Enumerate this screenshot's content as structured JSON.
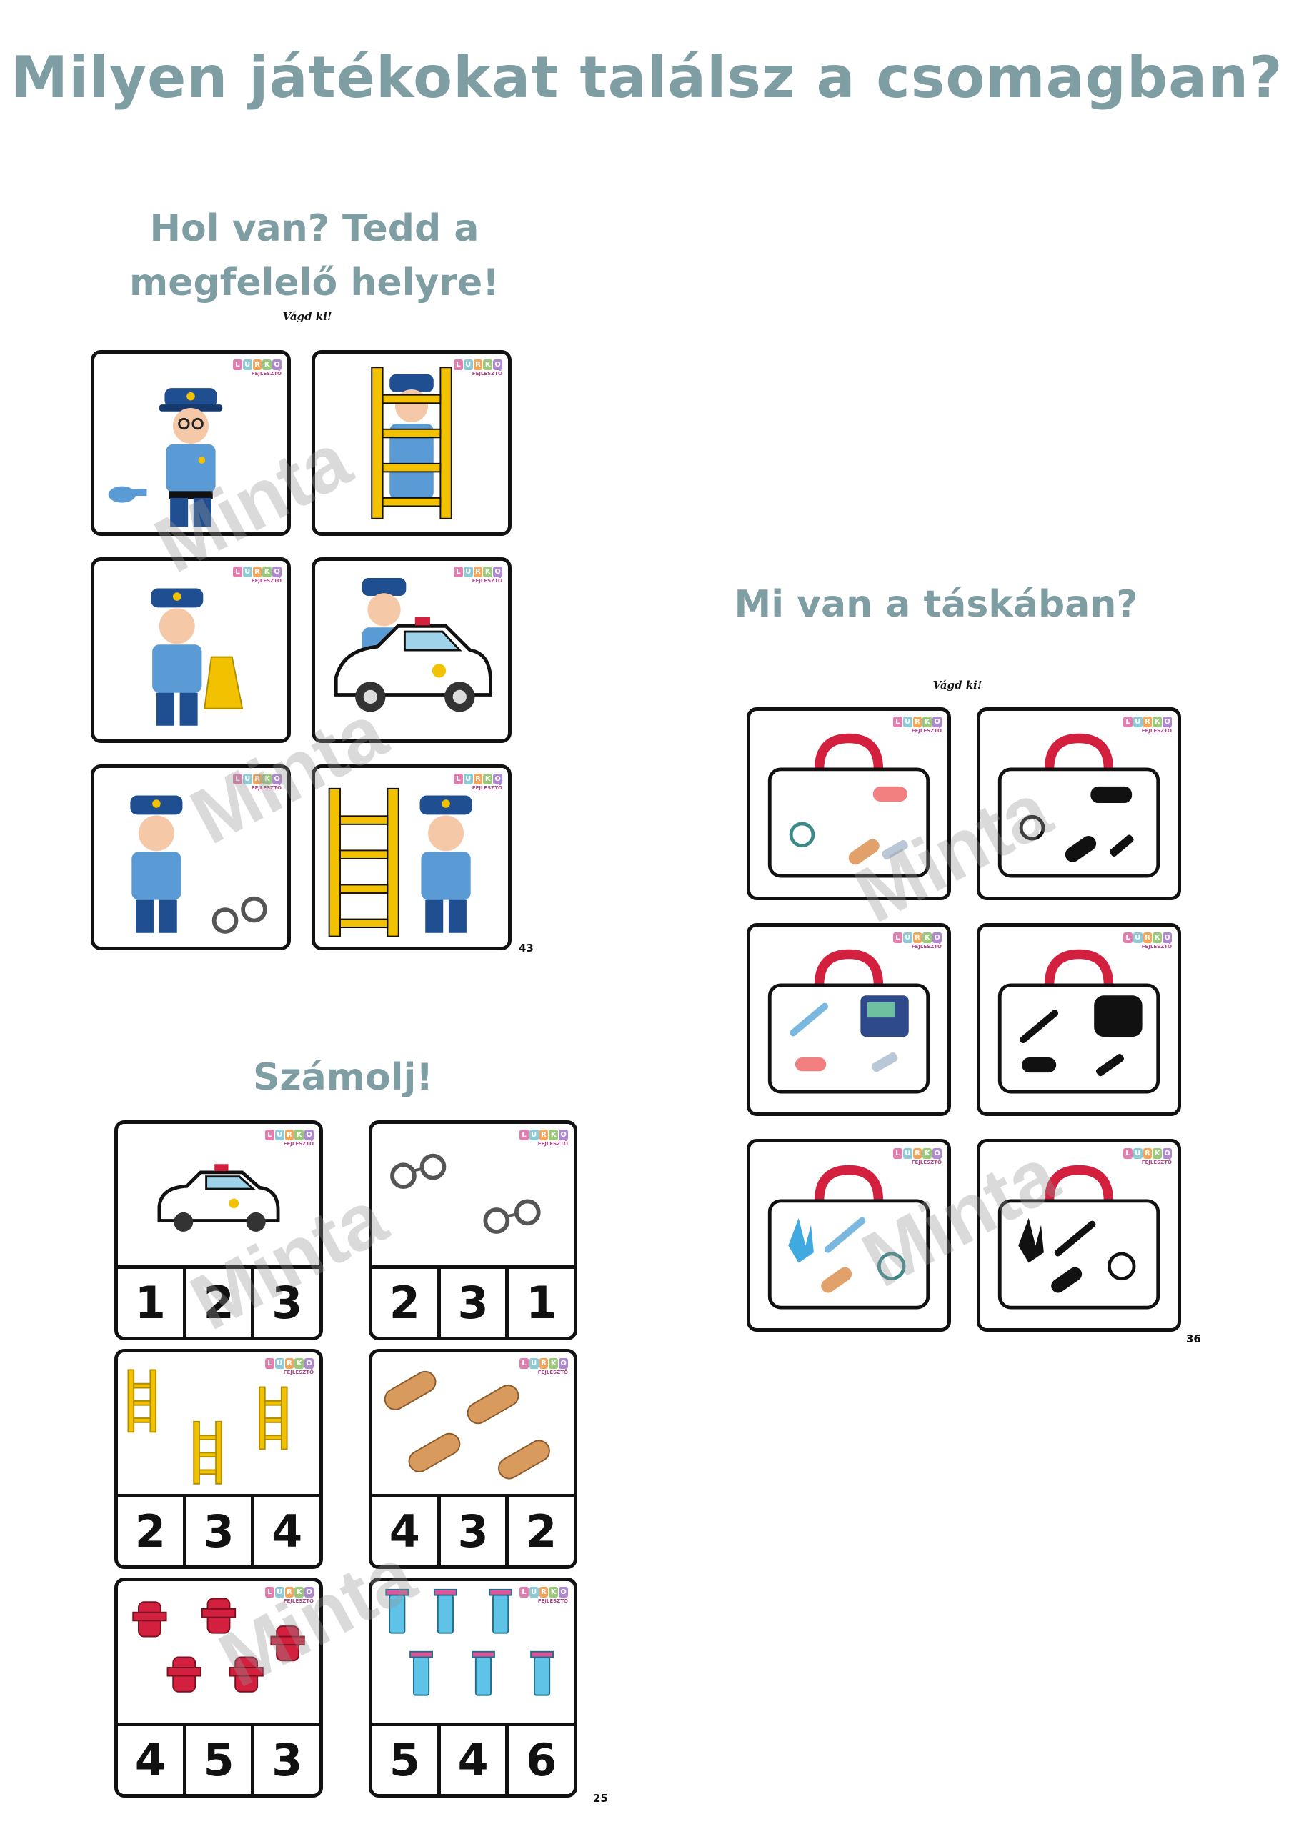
{
  "page_title": "Milyen játékokat találsz a csomagban?",
  "police_section": {
    "title_line1": "Hol van? Tedd a",
    "title_line2": "megfelelő helyre!",
    "cut_label": "Vágd ki!",
    "page_number": "43"
  },
  "bag_section": {
    "title": "Mi van a táskában?",
    "cut_label": "Vágd ki!",
    "page_number": "36"
  },
  "count_section": {
    "title": "Számolj!",
    "page_number": "25",
    "cards": [
      {
        "options": [
          "1",
          "2",
          "3"
        ]
      },
      {
        "options": [
          "2",
          "3",
          "1"
        ]
      },
      {
        "options": [
          "2",
          "3",
          "4"
        ]
      },
      {
        "options": [
          "4",
          "3",
          "2"
        ]
      },
      {
        "options": [
          "4",
          "5",
          "3"
        ]
      },
      {
        "options": [
          "5",
          "4",
          "6"
        ]
      }
    ]
  },
  "logo": {
    "letters": [
      "L",
      "U",
      "R",
      "K",
      "O"
    ],
    "sub": "FEJLESZTŐ"
  },
  "watermark": "Minta",
  "colors": {
    "title": "#7f9ea3",
    "police_blue": "#1f4f91",
    "ladder": "#f2c200",
    "bag_red": "#d3203f"
  }
}
